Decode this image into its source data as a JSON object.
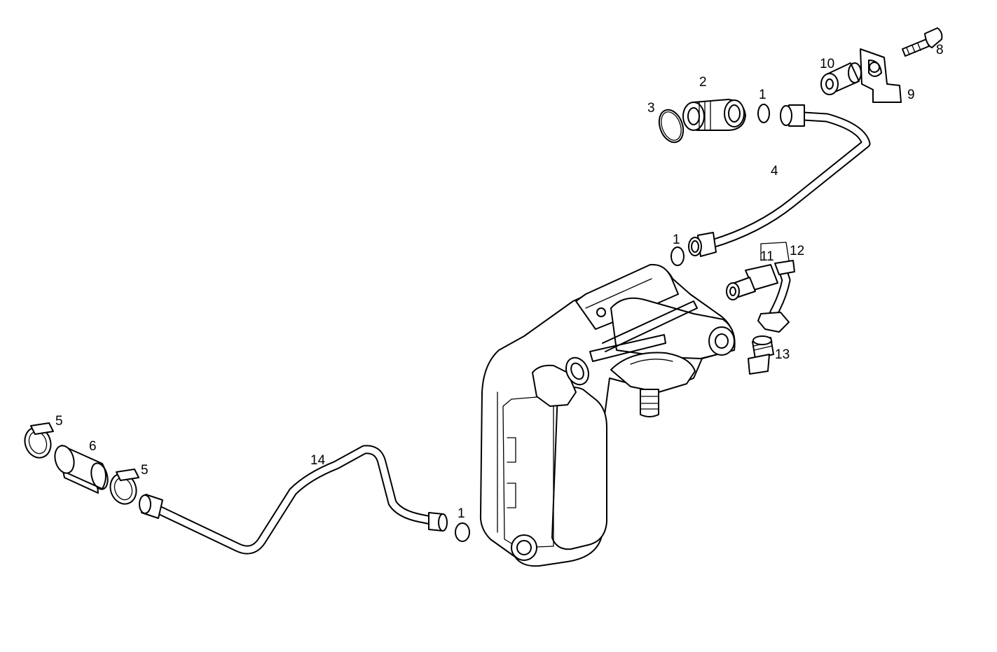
{
  "labels": {
    "p1_top": "1",
    "p1_mid": "1",
    "p1_bottom": "1",
    "p2": "2",
    "p3": "3",
    "p4": "4",
    "p5_left": "5",
    "p5_right": "5",
    "p6": "6",
    "p8": "8",
    "p9": "9",
    "p10": "10",
    "p11": "11",
    "p12": "12",
    "p13": "13",
    "p14": "14"
  },
  "colors": {
    "line": "#000000",
    "background": "#ffffff"
  }
}
